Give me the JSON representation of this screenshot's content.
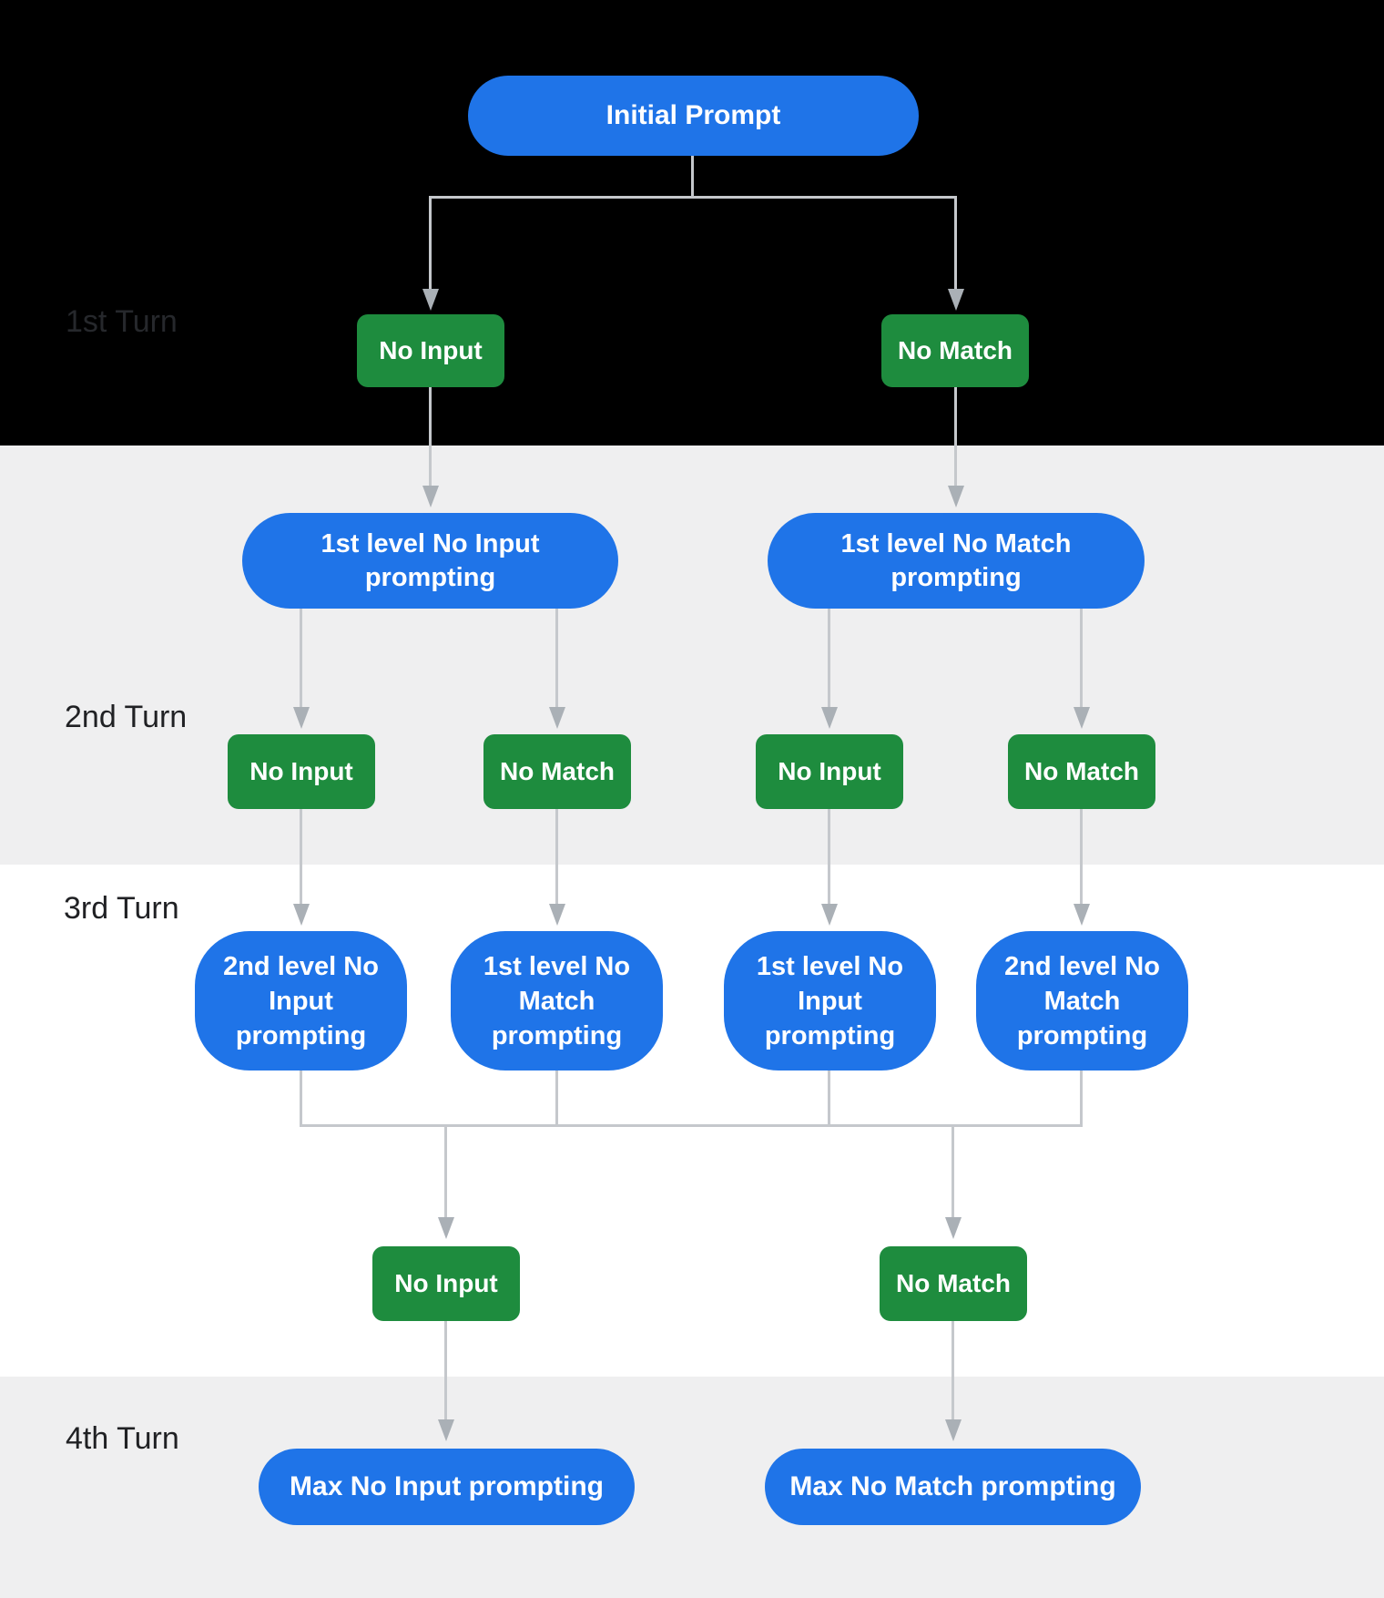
{
  "diagram": {
    "turns": [
      {
        "label": "1st Turn"
      },
      {
        "label": "2nd Turn"
      },
      {
        "label": "3rd Turn"
      },
      {
        "label": "4th Turn"
      }
    ],
    "nodes": {
      "initial_prompt": "Initial Prompt",
      "turn1_events": [
        {
          "label": "No Input"
        },
        {
          "label": "No Match"
        }
      ],
      "level1_prompts": [
        {
          "label": "1st level No Input\nprompting"
        },
        {
          "label": "1st level No Match\nprompting"
        }
      ],
      "turn2_events": [
        {
          "label": "No Input"
        },
        {
          "label": "No Match"
        },
        {
          "label": "No Input"
        },
        {
          "label": "No Match"
        }
      ],
      "turn3_prompts": [
        {
          "label": "2nd level No\nInput\nprompting"
        },
        {
          "label": "1st level No\nMatch\nprompting"
        },
        {
          "label": "1st level No\nInput\nprompting"
        },
        {
          "label": "2nd level No\nMatch\nprompting"
        }
      ],
      "turn3_events": [
        {
          "label": "No Input"
        },
        {
          "label": "No Match"
        }
      ],
      "max_prompts": [
        {
          "label": "Max No Input prompting"
        },
        {
          "label": "Max No Match prompting"
        }
      ]
    },
    "colors": {
      "prompt_blue": "#1f74e8",
      "event_green": "#1e8c3e",
      "connector_gray": "#c5c8cc",
      "arrowhead_gray": "#aab0b6",
      "band_black": "#000000",
      "band_gray": "#efeff0",
      "band_white": "#ffffff",
      "turn_label_text": "#202124",
      "node_text": "#ffffff"
    }
  }
}
